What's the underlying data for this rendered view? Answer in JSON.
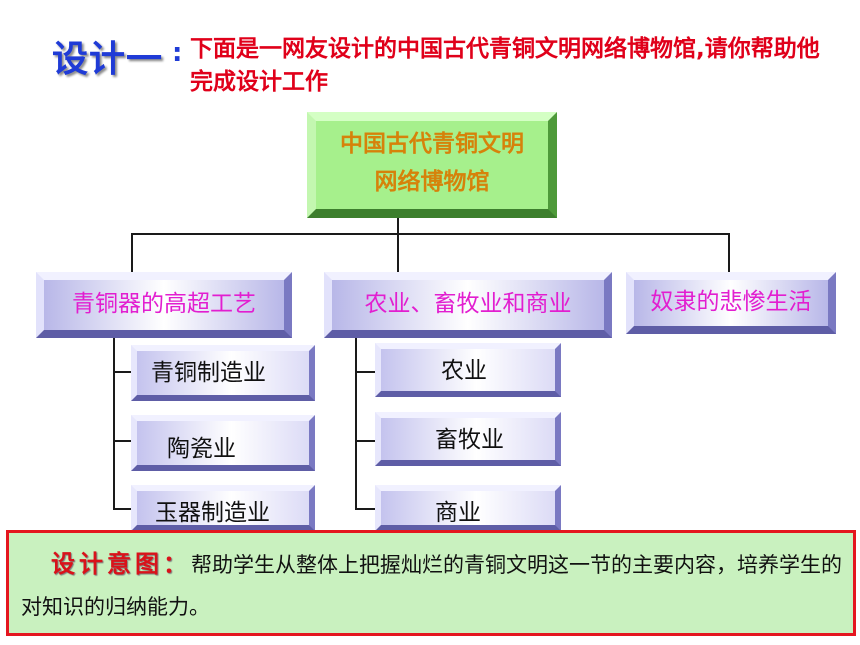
{
  "header": {
    "title": "设计一",
    "colon": ":",
    "intro": "下面是一网友设计的中国古代青铜文明网络博物馆,请你帮助他完成设计工作"
  },
  "root": {
    "line1": "中国古代青铜文明",
    "line2": "网络博物馆"
  },
  "branches": [
    {
      "label": "青铜器的高超工艺",
      "children": [
        "青铜制造业",
        "陶瓷业",
        "玉器制造业"
      ]
    },
    {
      "label": "农业、畜牧业和商业",
      "children": [
        "农业",
        "畜牧业",
        "商业"
      ]
    },
    {
      "label": "奴隶的悲惨生活",
      "children": []
    }
  ],
  "intent": {
    "title": "设计意图：",
    "text": "帮助学生从整体上把握灿烂的青铜文明这一节的主要内容，培养学生的对知识的归纳能力。"
  }
}
